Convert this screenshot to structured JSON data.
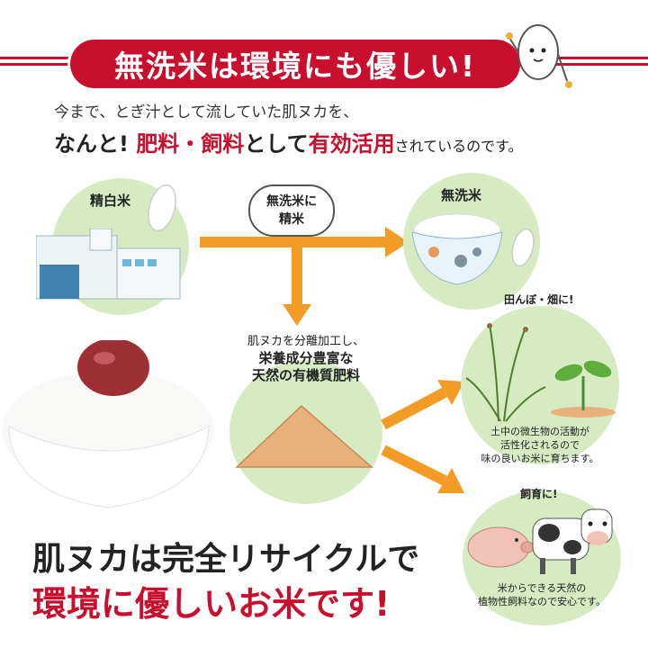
{
  "header": {
    "title": "無洗米は環境にも優しい!"
  },
  "intro": {
    "line1": "今まで、とぎ汁として流していた肌ヌカを、",
    "line2_a": "なんと!",
    "line2_b": "肥料・飼料",
    "line2_c": "として",
    "line2_d": "有効活用",
    "line2_e": "されているのです。"
  },
  "flow": {
    "seihaku_label": "精白米",
    "process_line1": "無洗米に",
    "process_line2": "精米",
    "musen_label": "無洗米",
    "nuka_line1": "肌ヌカを分離加工し、",
    "nuka_line2": "栄養成分豊富な",
    "nuka_line3": "天然の有機質肥料",
    "field_label": "田んぼ・畑に!",
    "field_note1": "土中の微生物の活動が",
    "field_note2": "活性化されるので",
    "field_note3": "味の良いお米に育ちます。",
    "farm_label": "飼育に!",
    "farm_note1": "米からできる天然の",
    "farm_note2": "植物性飼料なので安心です。"
  },
  "headline": {
    "line1": "肌ヌカは完全リサイクルで",
    "line2": "環境に優しいお米です!"
  },
  "colors": {
    "accent_red": "#c8102e",
    "circle_green": "#d6ebc2",
    "arrow_orange": "#f39c25",
    "bran_tan": "#e8b07a"
  },
  "icons": [
    "rice-grain-mascot-icon",
    "rice-grain-icon",
    "factory-icon",
    "rice-bowl-icon",
    "bran-pile-icon",
    "rice-plant-icon",
    "sprout-icon",
    "pig-icon",
    "cow-icon",
    "umeboshi-rice-icon"
  ]
}
